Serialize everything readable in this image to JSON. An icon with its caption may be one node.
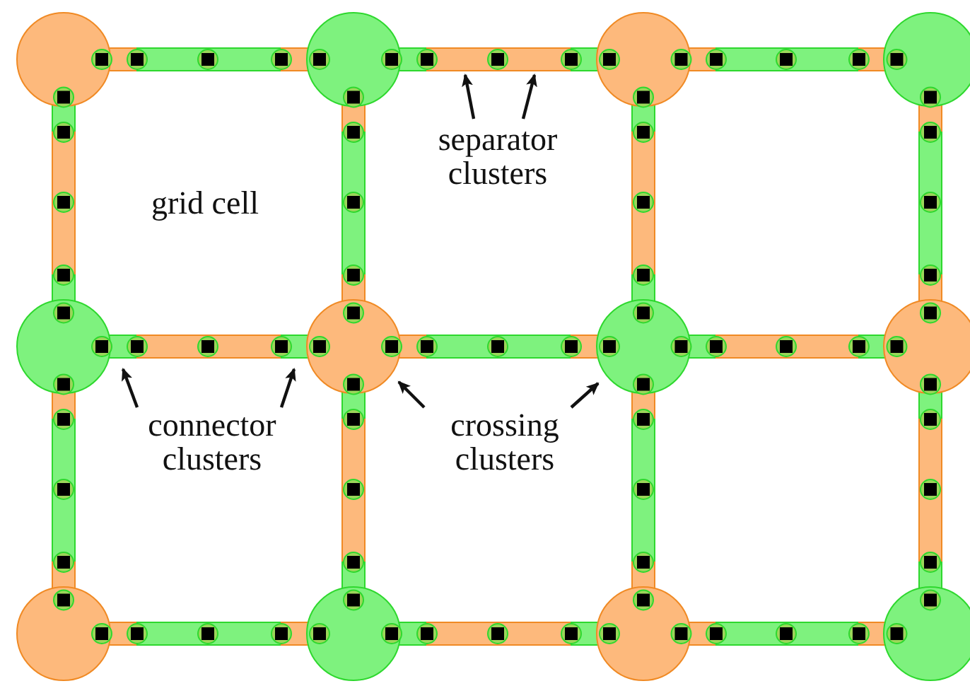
{
  "diagram": {
    "nodes": [
      {
        "text": [
          "separator clusters"
        ]
      },
      {
        "text": [
          "connector clusters"
        ]
      },
      {
        "text": [
          "crossing clusters"
        ]
      }
    ],
    "edges": [
      {
        "from": 0,
        "to": null,
        "arrow": "to"
      },
      {
        "from": 0,
        "to": null,
        "arrow": "to"
      },
      {
        "from": 1,
        "to": null,
        "arrow": "to"
      },
      {
        "from": 1,
        "to": null,
        "arrow": "to"
      },
      {
        "from": 2,
        "to": null,
        "arrow": "to"
      },
      {
        "from": 2,
        "to": null,
        "arrow": "to"
      }
    ],
    "labels": [
      "grid cell"
    ]
  }
}
